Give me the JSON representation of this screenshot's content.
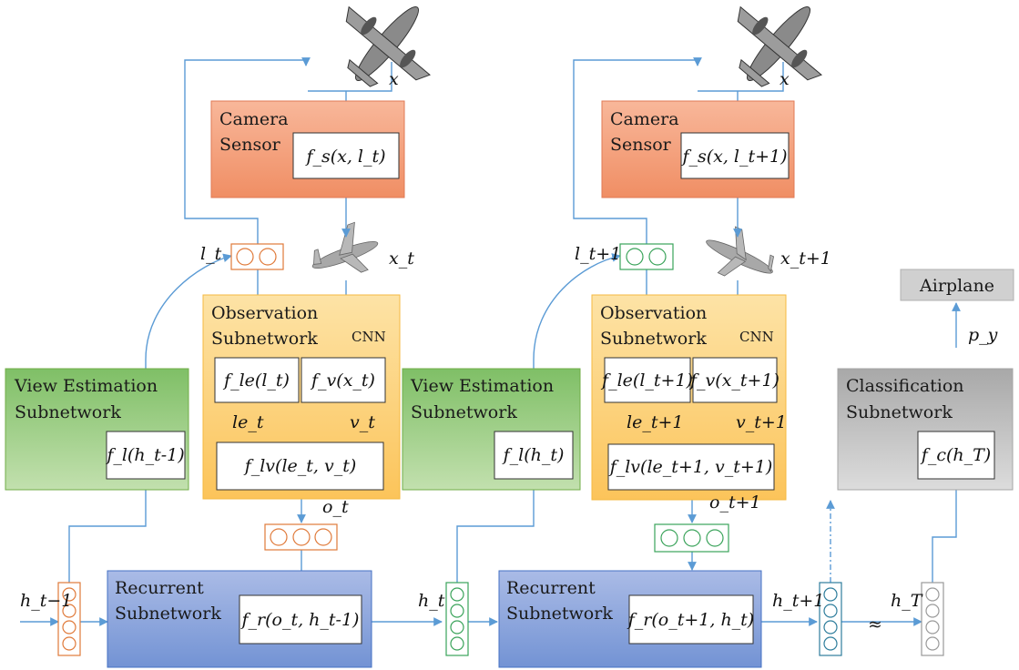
{
  "step1": {
    "camera": {
      "title_line1": "Camera",
      "title_line2": "Sensor",
      "func": "f_s(x, l_t)",
      "input_label": "x"
    },
    "glimpse_label": "x_t",
    "location_label": "l_t",
    "observation": {
      "title_line1": "Observation",
      "title_line2": "Subnetwork",
      "cnn_label": "CNN",
      "f_le": "f_le(l_t)",
      "f_v": "f_v(x_t)",
      "le_label": "le_t",
      "v_label": "v_t",
      "f_lv": "f_lv(le_t, v_t)"
    },
    "obs_out_label": "o_t",
    "view": {
      "title_line1": "View Estimation",
      "title_line2": "Subnetwork",
      "func": "f_l(h_t-1)"
    },
    "recurrent": {
      "title_line1": "Recurrent",
      "title_line2": "Subnetwork",
      "func": "f_r(o_t, h_t-1)"
    }
  },
  "step2": {
    "camera": {
      "title_line1": "Camera",
      "title_line2": "Sensor",
      "func": "f_s(x, l_t+1)",
      "input_label": "x"
    },
    "glimpse_label": "x_t+1",
    "location_label": "l_t+1",
    "observation": {
      "title_line1": "Observation",
      "title_line2": "Subnetwork",
      "cnn_label": "CNN",
      "f_le": "f_le(l_t+1)",
      "f_v": "f_v(x_t+1)",
      "le_label": "le_t+1",
      "v_label": "v_t+1",
      "f_lv": "f_lv(le_t+1, v_t+1)"
    },
    "obs_out_label": "o_t+1",
    "view": {
      "title_line1": "View Estimation",
      "title_line2": "Subnetwork",
      "func": "f_l(h_t)"
    },
    "recurrent": {
      "title_line1": "Recurrent",
      "title_line2": "Subnetwork",
      "func": "f_r(o_t+1, h_t)"
    }
  },
  "hidden_labels": {
    "h_prev": "h_t−1",
    "h_t": "h_t",
    "h_next": "h_t+1",
    "h_T": "h_T",
    "ellipsis": "≈"
  },
  "classification": {
    "title_line1": "Classification",
    "title_line2": "Subnetwork",
    "func": "f_c(h_T)",
    "prob_label": "p_y",
    "output": "Airplane"
  },
  "colors": {
    "camera_fill": "#f4a582",
    "camera_stroke": "#e07a54",
    "obs_fill": "#fdd17c",
    "obs_stroke": "#f5b942",
    "view_fill": "#a9d18e",
    "view_stroke": "#70ad47",
    "rec_fill": "#8faadc",
    "rec_stroke": "#4472c4",
    "cls_fill": "#bfbfbf",
    "cls_stroke": "#a5a5a5",
    "output_fill": "#d0d0d0",
    "flow": "#5b9bd5",
    "vec_orange": "#e07a3a",
    "vec_green": "#3aa35a",
    "vec_teal": "#2e7d9c",
    "vec_gray": "#9a9a9a"
  }
}
